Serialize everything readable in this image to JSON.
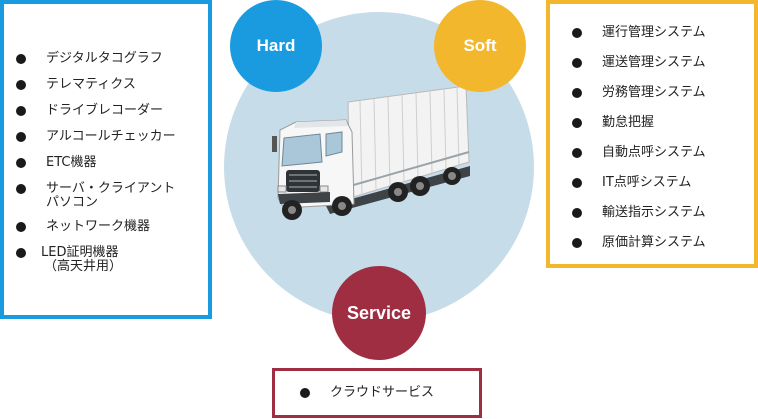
{
  "hard": {
    "label": "Hard",
    "color": "#1a9be0",
    "items": [
      "デジタルタコグラフ",
      "テレマティクス",
      "ドライブレコーダー",
      "アルコールチェッカー",
      "ETC機器",
      "サーバ・クライアント\nパソコン",
      "ネットワーク機器",
      "LED証明機器\n（高天井用）"
    ]
  },
  "soft": {
    "label": "Soft",
    "color": "#f3b72e",
    "items": [
      "運行管理システム",
      "運送管理システム",
      "労務管理システム",
      "勤怠把握",
      "自動点呼システム",
      "IT点呼システム",
      "輸送指示システム",
      "原価計算システム"
    ]
  },
  "service": {
    "label": "Service",
    "color": "#9f2e42",
    "items": [
      "クラウドサービス"
    ]
  }
}
